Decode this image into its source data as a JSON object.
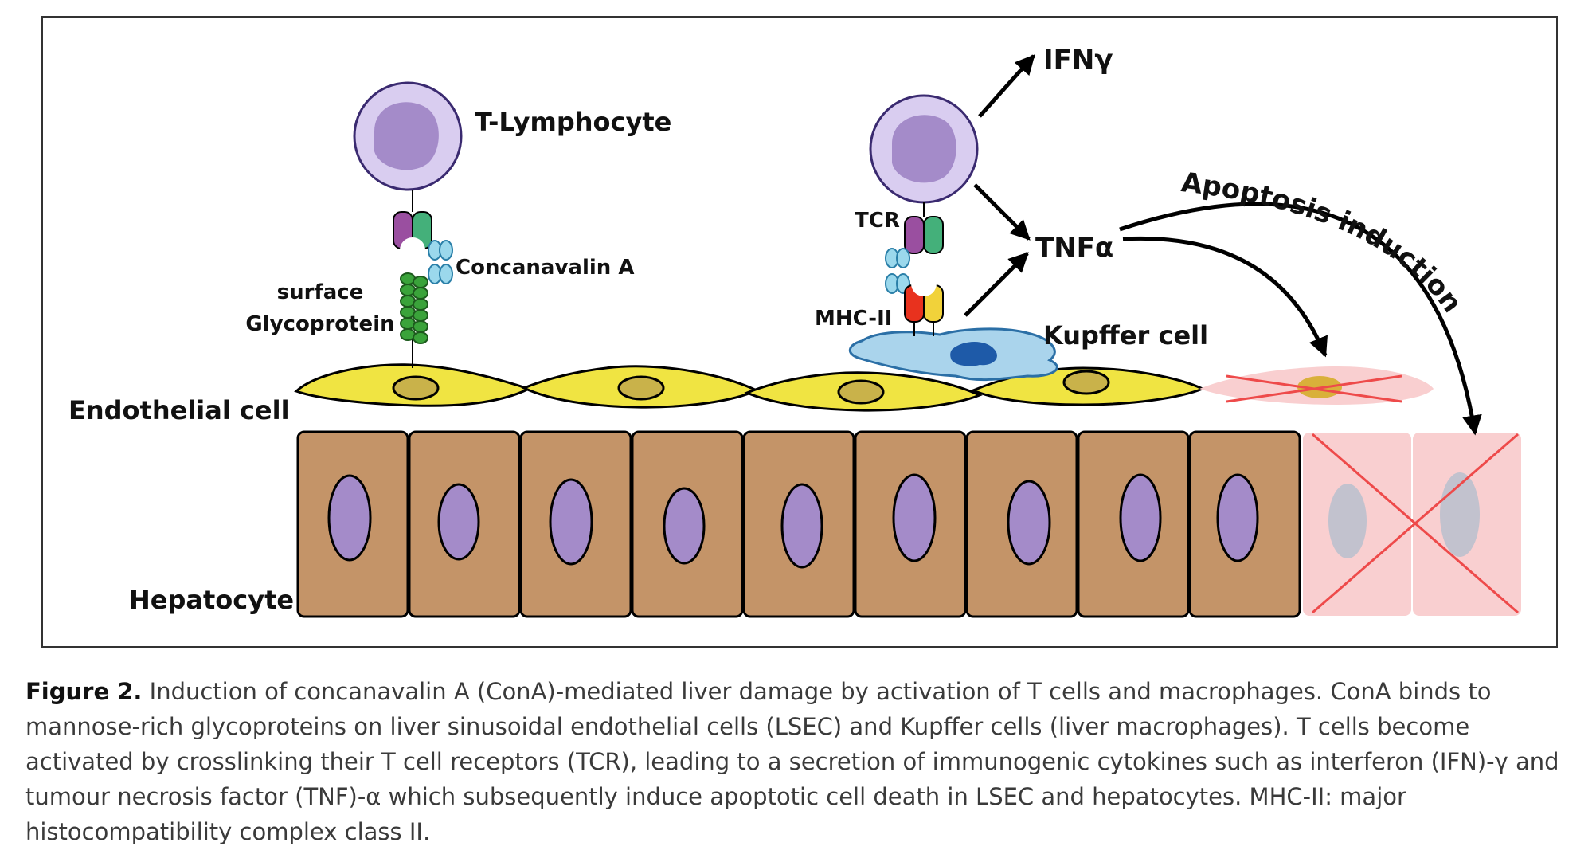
{
  "labels": {
    "t_lymphocyte": "T-Lymphocyte",
    "concanavalin_a": "Concanavalin A",
    "surface": "surface",
    "glycoprotein": "Glycoprotein",
    "endothelial_cell": "Endothelial cell",
    "hepatocyte": "Hepatocyte",
    "tcr": "TCR",
    "mhc_ii": "MHC-II",
    "kupffer_cell": "Kupffer cell",
    "ifn_gamma": "IFNγ",
    "tnf_alpha": "TNFα",
    "apoptosis_induction": "Apoptosis induction"
  },
  "caption": {
    "figure_label": "Figure 2.",
    "text": " Induction of concanavalin A (ConA)-mediated liver damage by activation of T cells and macrophages. ConA binds to mannose-rich glycoproteins on liver sinusoidal endothelial cells (LSEC) and Kupffer cells (liver macrophages). T cells become activated by crosslinking their T cell receptors (TCR), leading to a secretion of immunogenic cytokines such as interferon (IFN)-γ and tumour necrosis factor (TNF)-α which subsequently induce apoptotic cell death in LSEC and hepatocytes. MHC-II: major histocompatibility complex class II."
  },
  "colors": {
    "t_cell_outer": "#d9cdf0",
    "t_cell_inner": "#a48bc9",
    "endothelial": "#f0e442",
    "endothelial_nucleus": "#c9b24a",
    "hepatocyte": "#c49468",
    "hepatocyte_nucleus": "#a48bc9",
    "kupffer": "#aad4ec",
    "kupffer_nucleus": "#1e5aa8",
    "receptor_purple": "#9a4fa0",
    "receptor_green": "#44b07a",
    "mhc_red": "#e8321e",
    "mhc_yellow": "#f1d23a",
    "con_a": "#9bd8ec",
    "glycoprotein": "#3aa33a",
    "apoptotic_fill": "#f9cfd0",
    "cross_line": "#ee4a4a"
  }
}
